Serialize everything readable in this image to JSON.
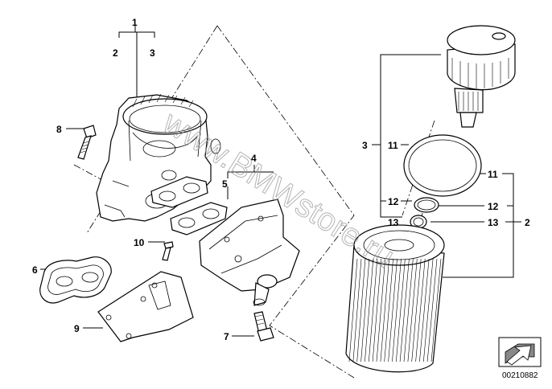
{
  "diagram": {
    "labels": {
      "l1": "1",
      "l2a": "2",
      "l3a": "3",
      "l4": "4",
      "l5": "5",
      "l6": "6",
      "l7": "7",
      "l8": "8",
      "l9": "9",
      "l10": "10",
      "l3b": "3",
      "l11a": "11",
      "l11b": "11",
      "l12a": "12",
      "l12b": "12",
      "l13a": "13",
      "l13b": "13",
      "l2b": "2"
    },
    "watermark": "www.BMWstore.ru",
    "reference_number": "00210882"
  },
  "colors": {
    "line": "#000000",
    "background": "#ffffff",
    "watermark": "#9a9a9a"
  },
  "icons": {
    "corner_badge": "arrow-badge-icon"
  }
}
